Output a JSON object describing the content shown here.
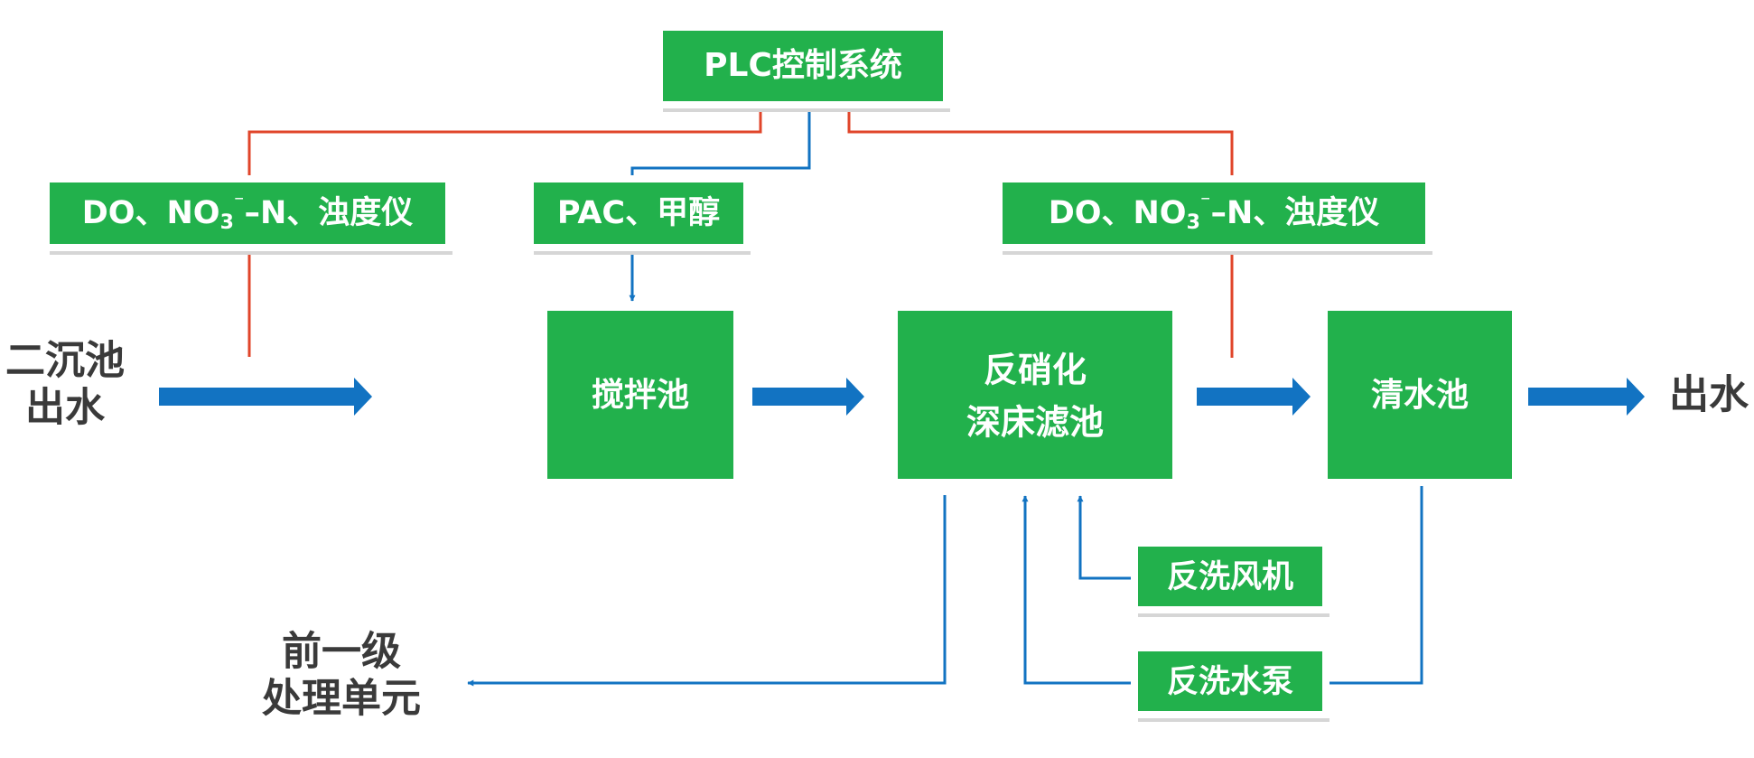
{
  "diagram": {
    "plc": "PLC控制系统",
    "sensor_left": {
      "prefix": "DO、NO",
      "sub": "3",
      "sup": "⁻",
      "suffix": "–N、浊度仪"
    },
    "sensor_right": {
      "prefix": "DO、NO",
      "sub": "3",
      "sup": "⁻",
      "suffix": "–N、浊度仪"
    },
    "dosing": "PAC、甲醇",
    "mixing_tank": "搅拌池",
    "filter_line1": "反硝化",
    "filter_line2": "深床滤池",
    "clear_water_tank": "清水池",
    "backwash_blower": "反洗风机",
    "backwash_pump": "反洗水泵",
    "inflow_line1": "二沉池",
    "inflow_line2": "出水",
    "outflow": "出水",
    "return_line1": "前一级",
    "return_line2": "处理单元"
  },
  "colors": {
    "node_fill": "#22b14c",
    "control_line": "#e0452a",
    "flow_line": "#1273c2",
    "label_text": "#3a3a3a"
  }
}
